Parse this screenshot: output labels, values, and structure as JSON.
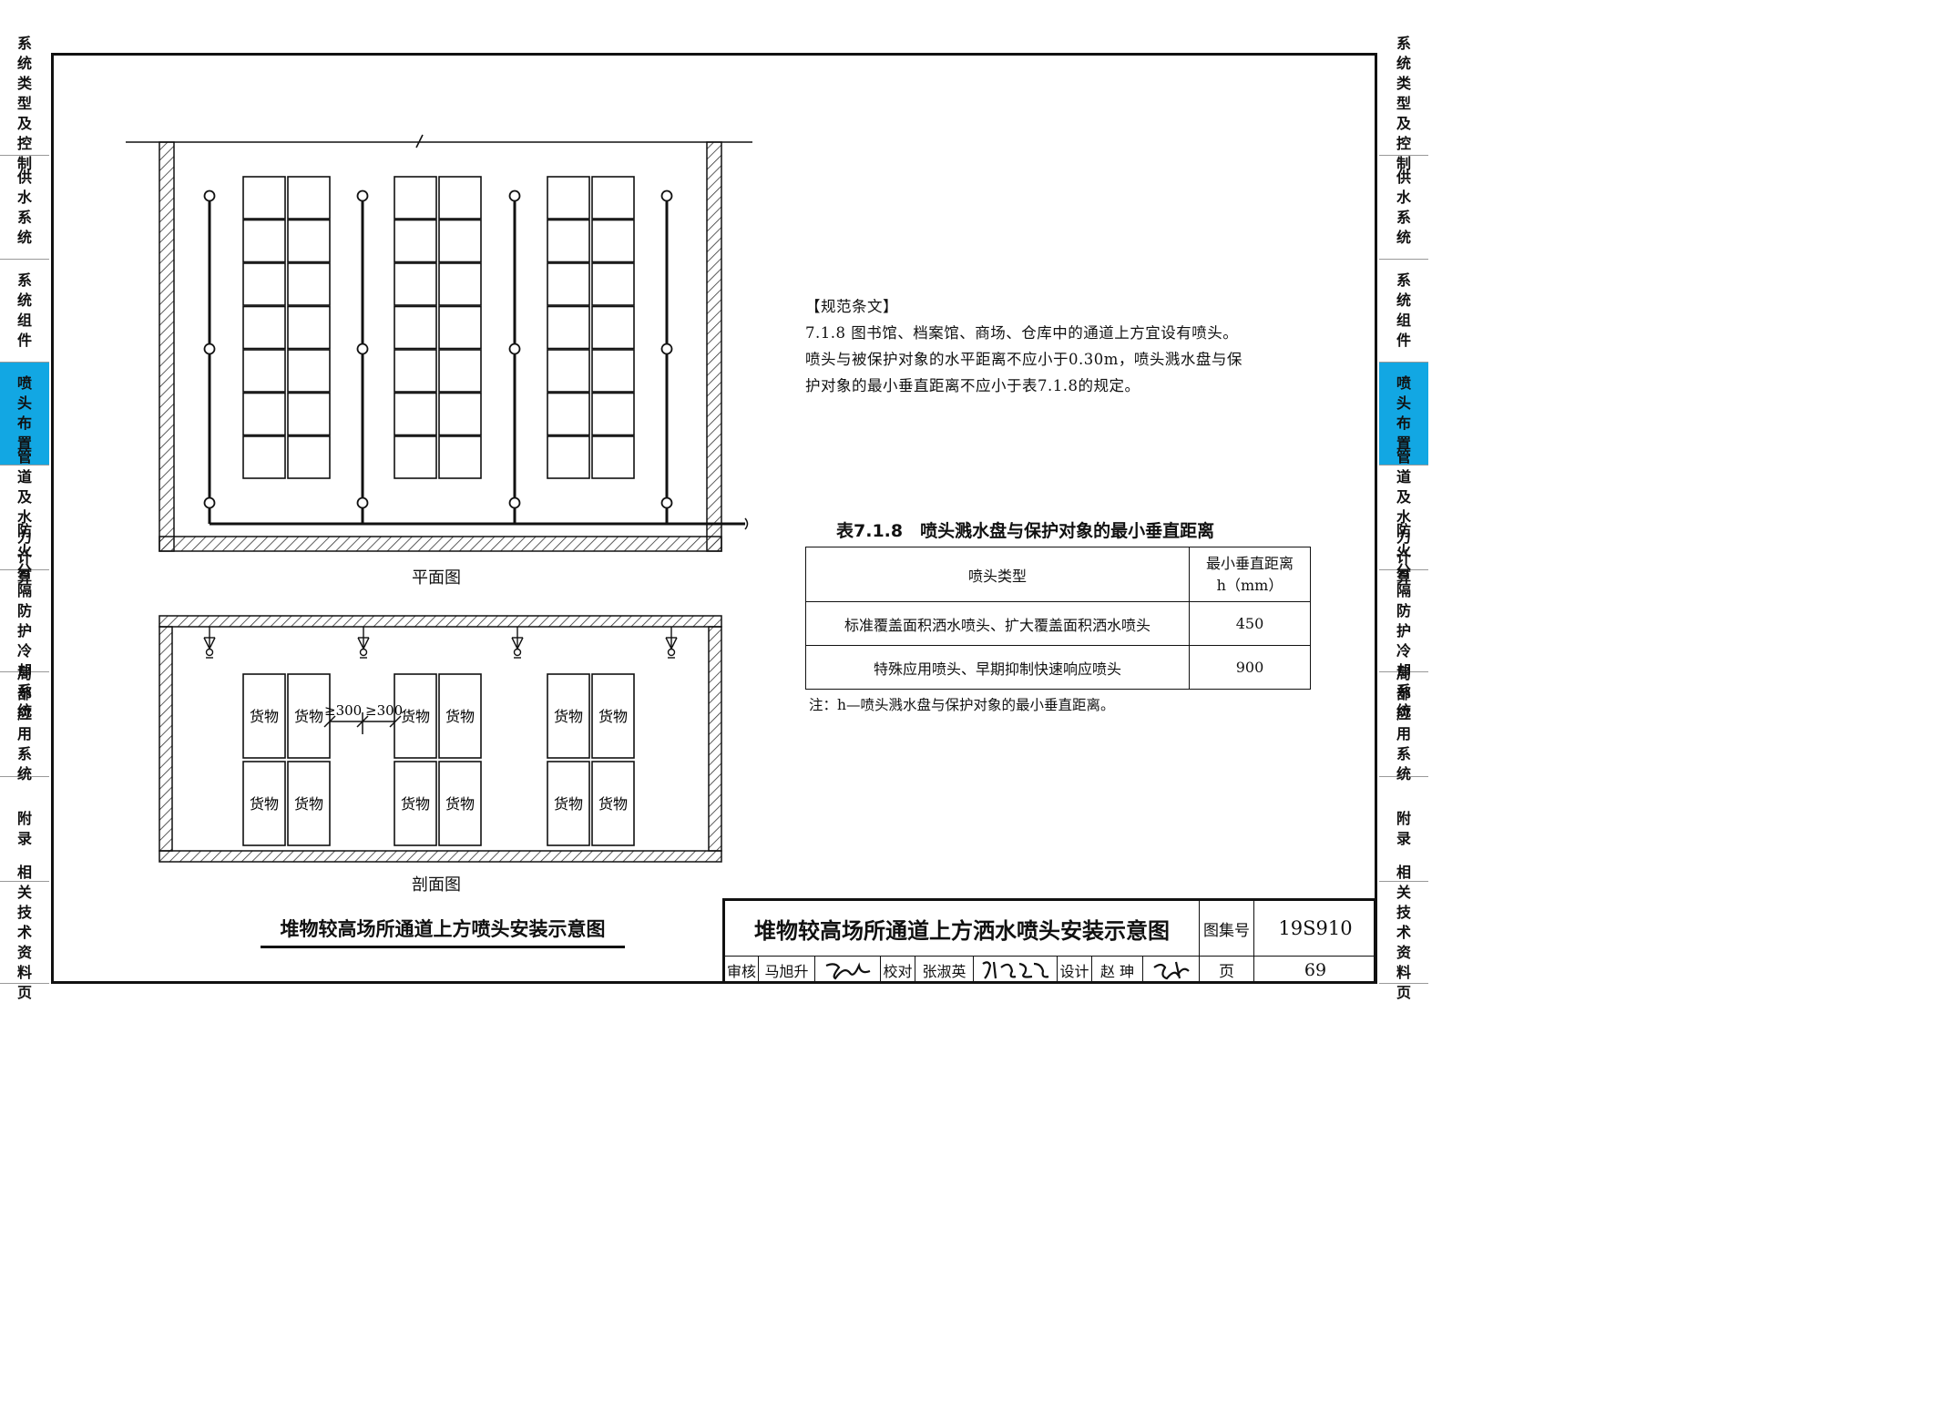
{
  "sidebar": {
    "items": [
      {
        "label": "系统类型及控制",
        "active": false
      },
      {
        "label": "供水系统",
        "active": false
      },
      {
        "label": "系统组件",
        "active": false
      },
      {
        "label": "喷头布置",
        "active": true
      },
      {
        "label": "管道及水力计算",
        "active": false
      },
      {
        "label": "防火分隔防护冷却系统",
        "active": false
      },
      {
        "label": "局部应用系统",
        "active": false
      },
      {
        "label": "附录",
        "active": false
      },
      {
        "label": "相关技术资料页",
        "active": false
      }
    ],
    "active_color": "#12a7e3"
  },
  "drawing": {
    "plan_caption": "平面图",
    "section_caption": "剖面图",
    "cargo_label": "货物",
    "dim_1": "≥300",
    "dim_2": "≥300",
    "figure_title": "堆物较高场所通道上方喷头安装示意图"
  },
  "clause": {
    "heading": "【规范条文】",
    "lines": [
      "7.1.8 图书馆、档案馆、商场、仓库中的通道上方宜设有喷头。",
      "喷头与被保护对象的水平距离不应小于0.30m，喷头溅水盘与保",
      "护对象的最小垂直距离不应小于表7.1.8的规定。"
    ]
  },
  "table": {
    "title": "表7.1.8　喷头溅水盘与保护对象的最小垂直距离",
    "header_type": "喷头类型",
    "header_distance_line1": "最小垂直距离",
    "header_distance_line2": "h（mm）",
    "rows": [
      {
        "type": "标准覆盖面积洒水喷头、扩大覆盖面积洒水喷头",
        "distance": "450"
      },
      {
        "type": "特殊应用喷头、早期抑制快速响应喷头",
        "distance": "900"
      }
    ],
    "note": "注：h—喷头溅水盘与保护对象的最小垂直距离。"
  },
  "title_block": {
    "title": "堆物较高场所通道上方洒水喷头安装示意图",
    "atlas_label": "图集号",
    "atlas_no": "19S910",
    "review_label": "审核",
    "reviewer": "马旭升",
    "check_label": "校对",
    "checker": "张淑英",
    "design_label": "设计",
    "designer": "赵 珅",
    "page_label": "页",
    "page_no": "69"
  }
}
